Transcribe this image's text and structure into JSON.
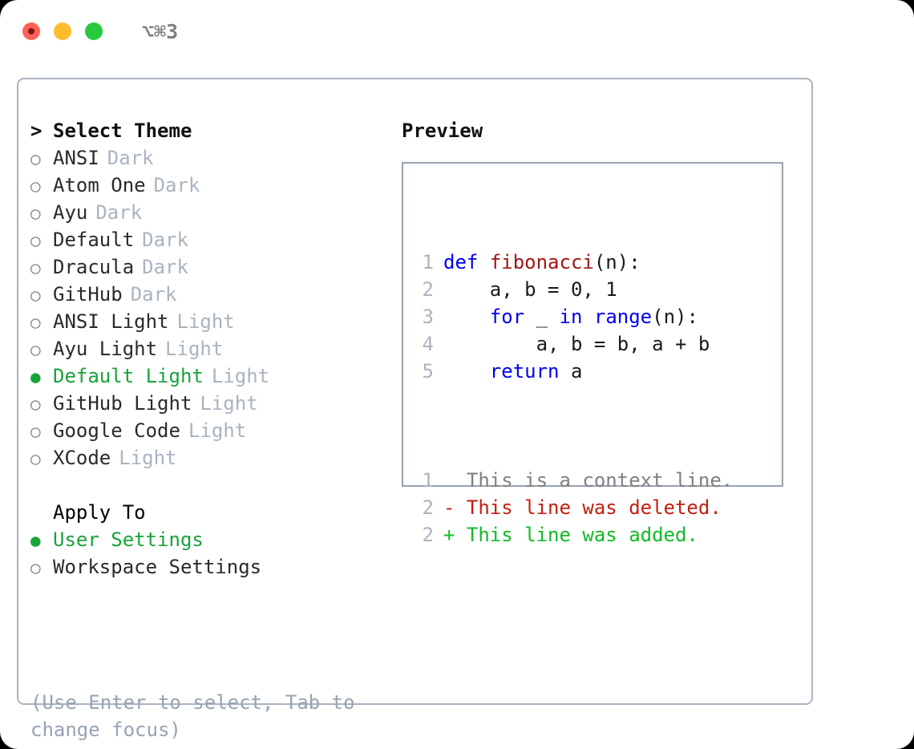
{
  "titlebar": {
    "shortcut": "⌥⌘3",
    "buttons": [
      {
        "name": "close",
        "color": "#ff6058"
      },
      {
        "name": "minimize",
        "color": "#ffbd2e"
      },
      {
        "name": "zoom",
        "color": "#28c93f"
      }
    ]
  },
  "colors": {
    "selected_green": "#18a33b",
    "muted": "#aab4c0",
    "hint": "#97a3b2",
    "keyword": "#0000ee",
    "function": "#a31515",
    "diff_added": "#12bb27",
    "diff_removed": "#c21f11",
    "diff_context": "#808080",
    "border": "#aab4c0"
  },
  "theme_list": {
    "header_marker": ">",
    "header": "Select Theme",
    "marker_unselected": "○",
    "marker_selected": "●",
    "items": [
      {
        "label": "ANSI",
        "tag": "Dark",
        "selected": false
      },
      {
        "label": "Atom One",
        "tag": "Dark",
        "selected": false
      },
      {
        "label": "Ayu",
        "tag": "Dark",
        "selected": false
      },
      {
        "label": "Default",
        "tag": "Dark",
        "selected": false
      },
      {
        "label": "Dracula",
        "tag": "Dark",
        "selected": false
      },
      {
        "label": "GitHub",
        "tag": "Dark",
        "selected": false
      },
      {
        "label": "ANSI Light",
        "tag": "Light",
        "selected": false
      },
      {
        "label": "Ayu Light",
        "tag": "Light",
        "selected": false
      },
      {
        "label": "Default Light",
        "tag": "Light",
        "selected": true
      },
      {
        "label": "GitHub Light",
        "tag": "Light",
        "selected": false
      },
      {
        "label": "Google Code",
        "tag": "Light",
        "selected": false
      },
      {
        "label": "XCode",
        "tag": "Light",
        "selected": false
      }
    ]
  },
  "apply_to": {
    "header": "Apply To",
    "items": [
      {
        "label": "User Settings",
        "selected": true
      },
      {
        "label": "Workspace Settings",
        "selected": false
      }
    ]
  },
  "hint": "(Use Enter to select, Tab to change focus)",
  "preview": {
    "title": "Preview",
    "code_lines": [
      {
        "no": "1",
        "indent": "",
        "segments": [
          {
            "text": "def",
            "style": "kw"
          },
          {
            "text": " ",
            "style": "plain"
          },
          {
            "text": "fibonacci",
            "style": "fn"
          },
          {
            "text": "(n):",
            "style": "plain"
          }
        ]
      },
      {
        "no": "2",
        "indent": "    ",
        "segments": [
          {
            "text": "a, b = 0, 1",
            "style": "plain"
          }
        ]
      },
      {
        "no": "3",
        "indent": "    ",
        "segments": [
          {
            "text": "for",
            "style": "kw"
          },
          {
            "text": " _ ",
            "style": "plain"
          },
          {
            "text": "in",
            "style": "kw"
          },
          {
            "text": " ",
            "style": "plain"
          },
          {
            "text": "range",
            "style": "kw"
          },
          {
            "text": "(n):",
            "style": "plain"
          }
        ]
      },
      {
        "no": "4",
        "indent": "        ",
        "segments": [
          {
            "text": "a, b = b, a + b",
            "style": "plain"
          }
        ]
      },
      {
        "no": "5",
        "indent": "    ",
        "segments": [
          {
            "text": "return",
            "style": "kw"
          },
          {
            "text": " a",
            "style": "plain"
          }
        ]
      }
    ],
    "diff_lines": [
      {
        "no": "1",
        "kind": "context",
        "text": "  This is a context line."
      },
      {
        "no": "2",
        "kind": "removed",
        "text": "- This line was deleted."
      },
      {
        "no": "2",
        "kind": "added",
        "text": "+ This line was added."
      }
    ]
  }
}
